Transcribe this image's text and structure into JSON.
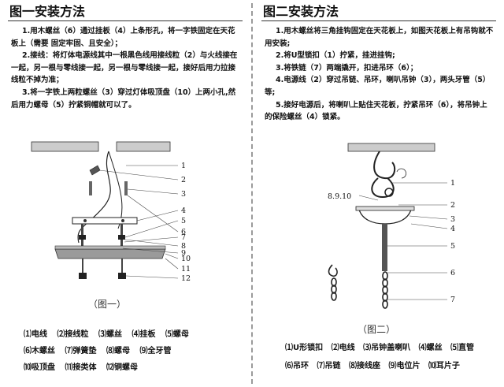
{
  "figure1": {
    "title": "图一安装方法",
    "steps": [
      "1.用木螺丝（6）通过挂板（4）上条形孔，将一字铁固定在天花板上（需要 固定牢固、且安全）；",
      "2.接线：将灯体电源线其中一根黑色线用接线粒（2）与火线接在一起，另一根与零线接一起，另一根与零线接一起，接好后用力拉接线粒不掉为准；",
      "3.将一字铁上两粒螺丝（3）穿过灯体吸顶盘（10）上两小孔,然后用力螺母（5）拧紧铜帽就可以了。"
    ],
    "callouts": [
      "1",
      "2",
      "3",
      "4",
      "5",
      "6",
      "7",
      "8",
      "9",
      "10",
      "11",
      "12"
    ],
    "caption": "（图一）",
    "legend_rows": [
      [
        "⑴电线",
        "⑵接线粒",
        "⑶螺丝",
        "⑷挂板",
        "⑸螺母"
      ],
      [
        "⑹木螺丝",
        "⑺弹簧垫",
        "⑻螺母",
        "⑼全牙管"
      ],
      [
        "⑽吸顶盘",
        "⑾接类体",
        "⑿铜螺母"
      ]
    ]
  },
  "figure2": {
    "title": "图二安装方法",
    "steps": [
      "1.用木螺丝将三角挂钩固定在天花板上，如图天花板上有吊钩就不用安装;",
      "2.将U型锁扣（1）拧紧，挂进挂钩;",
      "3.将铁链（7）两端撬开，扣进吊环（6）；",
      "4.电源线（2）穿过吊链、吊环，喇叭吊钟（3），两头牙管（5）等;",
      "5.接好电源后，将喇叭上贴住天花板，拧紧吊环（6），将吊钟上的保险螺丝（4）锁紧。"
    ],
    "callouts": [
      "1",
      "2",
      "3",
      "4",
      "5",
      "6",
      "7"
    ],
    "callout_group": "8.9.10",
    "caption": "（图二）",
    "legend_rows": [
      [
        "⑴U形锁扣",
        "⑵电线",
        "⑶吊钟盖喇叭",
        "⑷螺丝",
        "⑸直管"
      ],
      [
        "⑹吊环",
        "⑺吊链",
        "⑻接线座",
        "⑼电位片",
        "⑽耳片子"
      ]
    ]
  },
  "colors": {
    "text": "#111111",
    "ceiling_fill": "#cccccc",
    "lamp_disk": "#9a9a9a",
    "divider": "#9a9a9a"
  }
}
